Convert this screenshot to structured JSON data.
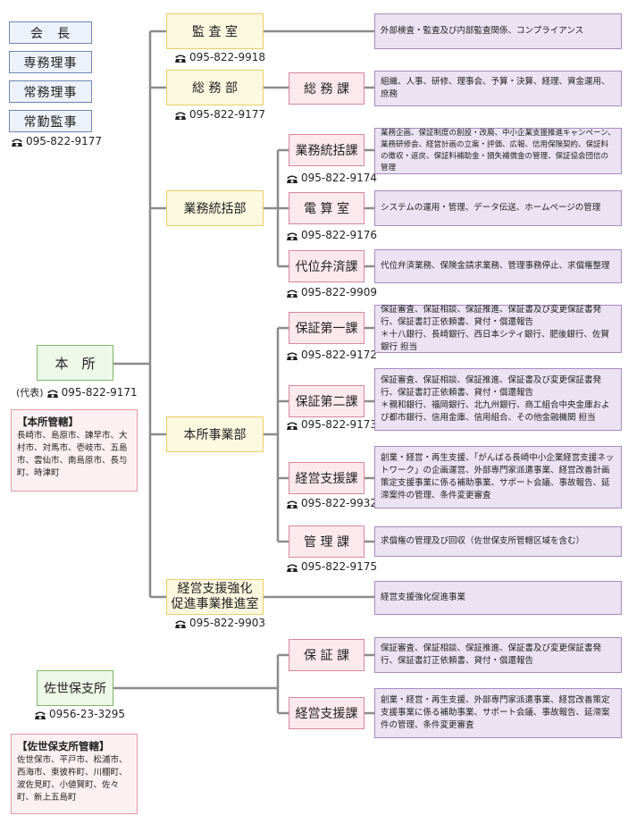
{
  "exec": [
    "会　長",
    "専務理事",
    "常務理事",
    "常勤監事"
  ],
  "exec_tel": "095-822-9177",
  "honsho": {
    "label": "本　所",
    "tel_prefix": "(代表)",
    "tel": "095-822-9171"
  },
  "honsho_area": {
    "title": "【本所管轄】",
    "text": "長崎市、島原市、諫早市、大村市、対馬市、壱岐市、五島市、雲仙市、南島原市、長与町、時津町"
  },
  "sasebo": {
    "label": "佐世保支所",
    "tel": "0956-23-3295"
  },
  "sasebo_area": {
    "title": "【佐世保支所管轄】",
    "text": "佐世保市、平戸市、松浦市、西海市、東彼杵町、川棚町、波佐見町、小値賀町、佐々町、新上五島町"
  },
  "depts": {
    "kansa": {
      "label": "監 査 室",
      "tel": "095-822-9918"
    },
    "somu": {
      "label": "総 務 部",
      "tel": "095-822-9177"
    },
    "gyomu": {
      "label": "業務統括部"
    },
    "jigyo": {
      "label": "本所事業部"
    },
    "keiei": {
      "label1": "経営支援強化",
      "label2": "促進事業推進室",
      "tel": "095-822-9903"
    }
  },
  "sections": {
    "somuka": {
      "label": "総 務 課"
    },
    "gyomuka": {
      "label": "業務統括課",
      "tel": "095-822-9174"
    },
    "densan": {
      "label": "電 算 室",
      "tel": "095-822-9176"
    },
    "daii": {
      "label": "代位弁済課",
      "tel": "095-822-9909"
    },
    "hosho1": {
      "label": "保証第一課",
      "tel": "095-822-9172"
    },
    "hosho2": {
      "label": "保証第二課",
      "tel": "095-822-9173"
    },
    "keieishien": {
      "label": "経営支援課",
      "tel": "095-822-9932"
    },
    "kanri": {
      "label": "管 理 課",
      "tel": "095-822-9175"
    },
    "s_hosho": {
      "label": "保 証 課"
    },
    "s_keiei": {
      "label": "経営支援課"
    }
  },
  "duties": {
    "kansa": "外部検査・監査及び内部監査関係、コンプライアンス",
    "somuka": "組織、人事、研修、理事会、予算・決算、経理、資金運用、庶務",
    "gyomuka": "業務企画、保証制度の創設・改廃、中小企業支援推進キャンペーン、業務研修会、経営計画の立案・評価、広報、信用保険契約、保証料の徴収・返戻、保証料補助金・損失補償金の管理、保証協会団信の管理",
    "densan": "システムの運用・管理、データ伝送、ホームページの管理",
    "daii": "代位弁済業務、保険金請求業務、管理事務停止、求償権整理",
    "hosho1": "保証審査、保証相談、保証推進、保証書及び変更保証書発行、保証書訂正依頼書、貸付・償還報告\n＊十八銀行、長崎銀行、西日本シティ銀行、肥後銀行、佐賀銀行 担当",
    "hosho2": "保証審査、保証相談、保証推進、保証書及び変更保証書発行、保証書訂正依頼書、貸付・償還報告\n＊親和銀行、福岡銀行、北九州銀行、商工組合中央金庫および都市銀行、信用金庫、信用組合、その他金融機関 担当",
    "keieishien": "創業・経営・再生支援、「がんばる長崎中小企業経営支援ネットワーク」の企画運営、外部専門家派遣事業、経営改善計画策定支援事業に係る補助事業、サポート会議、事故報告、延滞案件の管理、条件変更審査",
    "kanri": "求償権の管理及び回収（佐世保支所管轄区域を含む）",
    "keiei": "経営支援強化促進事業",
    "s_hosho": "保証審査、保証相談、保証推進、保証書及び変更保証書発行、保証書訂正依頼書、貸付・償還報告",
    "s_keiei": "創業・経営・再生支援、外部専門家派遣事業、経営改善策定支援事業に係る補助事業、サポート会議、事故報告、延滞案件の管理、条件変更審査"
  },
  "colors": {
    "line": "#8c8c8c",
    "green": "#7fb86a",
    "yellow": "#e9cf66",
    "pink": "#d9879b",
    "purple": "#a98bc0",
    "blue": "#6d86b3"
  }
}
